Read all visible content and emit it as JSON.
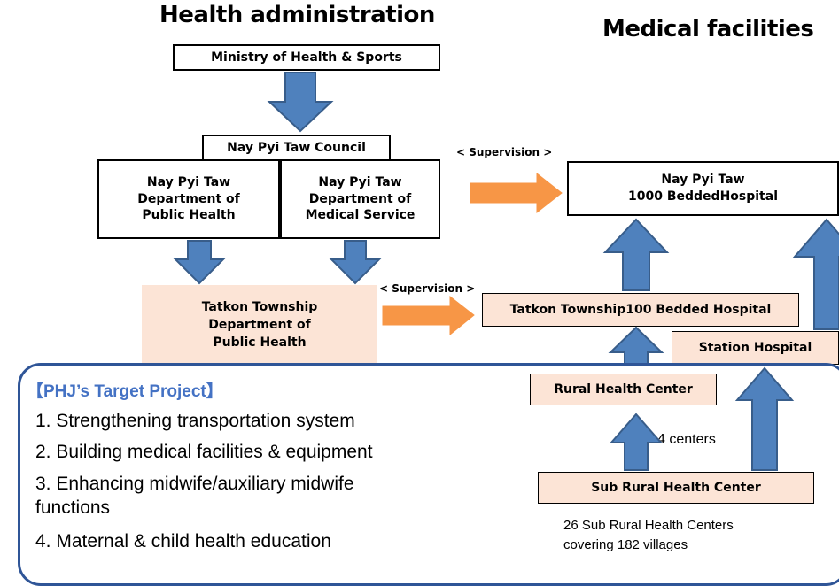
{
  "headings": {
    "health_admin": "Health administration",
    "medical_facilities": "Medical facilities"
  },
  "admin": {
    "ministry": "Ministry of Health & Sports",
    "council": "Nay Pyi Taw Council",
    "dept_public_health": "Nay Pyi Taw\nDepartment of\nPublic Health",
    "dept_medical_service": "Nay Pyi Taw\nDepartment  of\nMedical Service",
    "tatkon_dept": "Tatkon Township\nDepartment of\nPublic Health"
  },
  "supervision": {
    "upper": "< Supervision >",
    "lower": "< Supervision >"
  },
  "facilities": {
    "npt_hospital": "Nay Pyi Taw\n1000   BeddedHospital",
    "tatkon_hospital": "Tatkon Township100 Bedded Hospital",
    "station_hospital": "Station Hospital",
    "rural_center": "Rural Health Center",
    "sub_rural_center": "Sub Rural Health Center",
    "centers_count": "4 centers",
    "sub_rural_note": "26 Sub Rural Health Centers\ncovering 182 villages"
  },
  "project": {
    "title": "【PHJ’s Target Project】",
    "items": [
      "1. Strengthening transportation  system",
      "2.  Building medical facilities & equipment",
      "3.  Enhancing midwife/auxiliary midwife\n      functions",
      "4.  Maternal & child health education"
    ]
  },
  "colors": {
    "blue_arrow": "#4f81bd",
    "blue_arrow_edge": "#385d8a",
    "orange_arrow": "#f79646",
    "peach": "#fce4d6",
    "panel_border": "#2f5597",
    "project_title": "#4472c4"
  }
}
